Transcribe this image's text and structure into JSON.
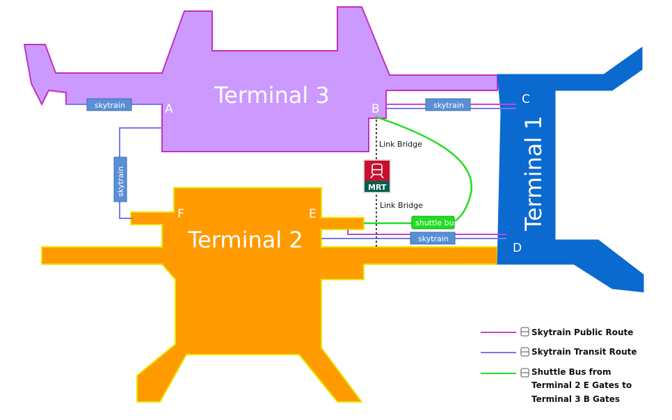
{
  "terminals": {
    "t1": "Terminal 1",
    "t2": "Terminal 2",
    "t3": "Terminal 3"
  },
  "gates": {
    "a": "A",
    "b": "B",
    "c": "C",
    "d": "D",
    "e": "E",
    "f": "F"
  },
  "connectors": {
    "skytrain_ab": "skytrain",
    "skytrain_bc": "skytrain",
    "skytrain_af": "skytrain",
    "skytrain_ed": "skytrain",
    "shuttle": "shuttle bus",
    "link_bridge_top": "Link Bridge",
    "link_bridge_bottom": "Link Bridge",
    "mrt": "MRT"
  },
  "legend": {
    "public_route": "Skytrain Public Route",
    "transit_route": "Skytrain Transit Route",
    "shuttle_line1": "Shuttle Bus from",
    "shuttle_line2": "Terminal 2 E Gates to",
    "shuttle_line3": "Terminal 3 B Gates"
  },
  "colors": {
    "terminal1": "#0a6ad0",
    "terminal2": "#ff9b00",
    "terminal3": "#cc99ff",
    "public_route": "#cc44cc",
    "transit_route": "#7777ee",
    "shuttle_route": "#22dd22",
    "skytrain_pill": "#5b8fd4",
    "mrt_red": "#c8102e",
    "mrt_green": "#0b5e4a"
  }
}
